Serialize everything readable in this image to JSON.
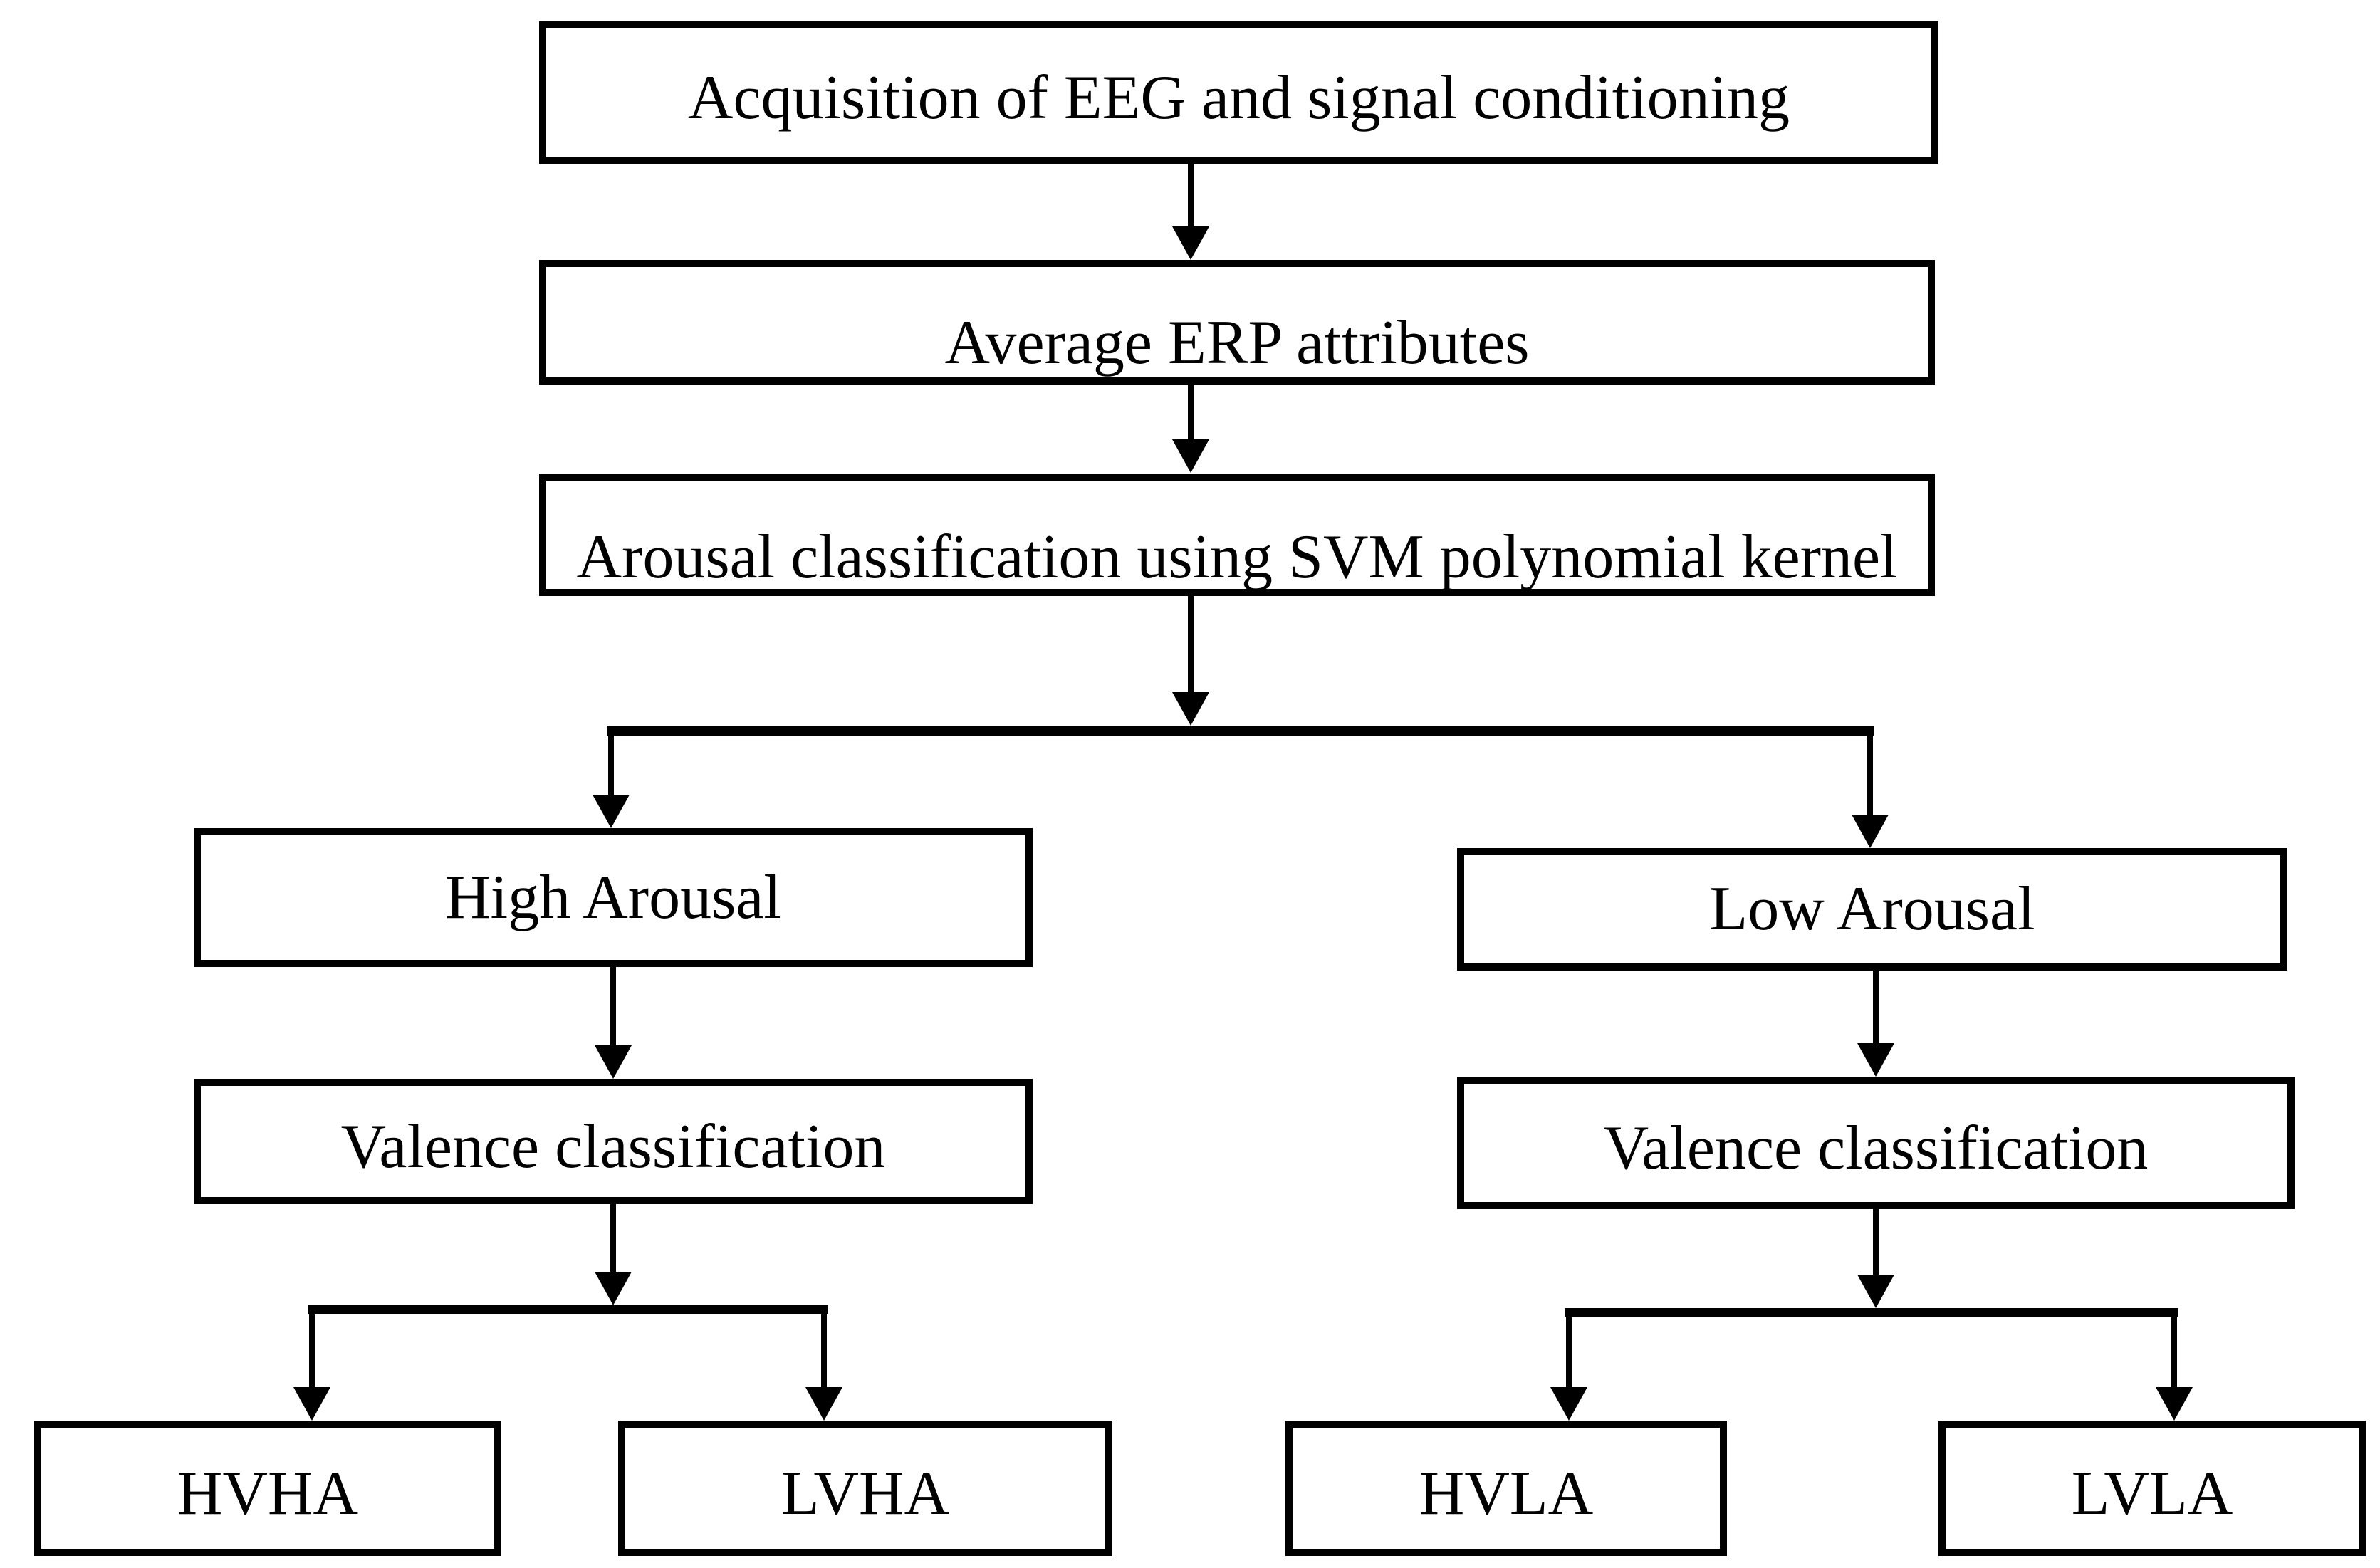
{
  "diagram": {
    "type": "flowchart",
    "colors": {
      "line": "#000000",
      "background": "#ffffff",
      "box_fill": "#ffffff",
      "text": "#000000"
    },
    "nodes": {
      "acquisition": {
        "label": "Acquisition of EEG and signal conditioning"
      },
      "erp": {
        "label": "Average ERP attributes"
      },
      "arousal_svm": {
        "label": "Arousal classification using SVM polynomial kernel"
      },
      "high_arousal": {
        "label": "High Arousal"
      },
      "low_arousal": {
        "label": "Low Arousal"
      },
      "valence_high": {
        "label": "Valence classification"
      },
      "valence_low": {
        "label": "Valence classification"
      },
      "hvha": {
        "label": "HVHA"
      },
      "lvha": {
        "label": "LVHA"
      },
      "hvla": {
        "label": "HVLA"
      },
      "lvla": {
        "label": "LVLA"
      }
    },
    "edges": [
      {
        "from": "acquisition",
        "to": "erp"
      },
      {
        "from": "erp",
        "to": "arousal_svm"
      },
      {
        "from": "arousal_svm",
        "to": "high_arousal"
      },
      {
        "from": "arousal_svm",
        "to": "low_arousal"
      },
      {
        "from": "high_arousal",
        "to": "valence_high"
      },
      {
        "from": "valence_high",
        "to": "hvha"
      },
      {
        "from": "valence_high",
        "to": "lvha"
      },
      {
        "from": "low_arousal",
        "to": "valence_low"
      },
      {
        "from": "valence_low",
        "to": "hvla"
      },
      {
        "from": "valence_low",
        "to": "lvla"
      }
    ]
  }
}
